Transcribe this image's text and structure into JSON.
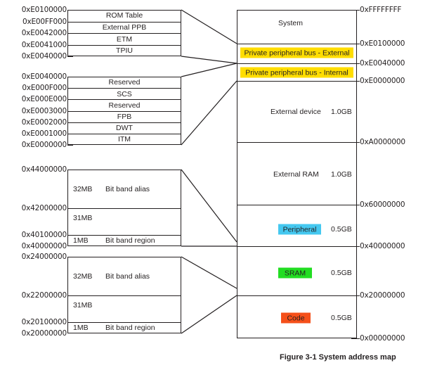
{
  "figure": {
    "caption": "Figure 3-1 System address map"
  },
  "colors": {
    "yellow_highlight": "#FFDD00",
    "peripheral_cyan": "#45C8F0",
    "sram_green": "#22DD22",
    "code_orange": "#F5501A",
    "line": "#231F20",
    "background": "#FFFFFF"
  },
  "ppb_external": {
    "title": "Private peripheral bus - External",
    "addresses": [
      "0xE0100000",
      "0xE00FF000",
      "0xE0042000",
      "0xE0041000",
      "0xE0040000"
    ],
    "regions": [
      {
        "label": "ROM Table"
      },
      {
        "label": "External PPB"
      },
      {
        "label": "ETM"
      },
      {
        "label": "TPIU"
      }
    ]
  },
  "ppb_internal": {
    "title": "Private peripheral bus - Internal",
    "addresses": [
      "0xE0040000",
      "0xE000F000",
      "0xE000E000",
      "0xE0003000",
      "0xE0002000",
      "0xE0001000",
      "0xE0000000"
    ],
    "regions": [
      {
        "label": "Reserved"
      },
      {
        "label": "SCS"
      },
      {
        "label": "Reserved"
      },
      {
        "label": "FPB"
      },
      {
        "label": "DWT"
      },
      {
        "label": "ITM"
      }
    ]
  },
  "peripheral_bitband": {
    "addresses": [
      "0x44000000",
      "0x42000000",
      "0x40100000",
      "0x40000000"
    ],
    "regions": [
      {
        "size": "32MB",
        "label": "Bit band alias"
      },
      {
        "size": "31MB",
        "label": ""
      },
      {
        "size": "1MB",
        "label": "Bit band region"
      }
    ]
  },
  "sram_bitband": {
    "addresses": [
      "0x24000000",
      "0x22000000",
      "0x20100000",
      "0x20000000"
    ],
    "regions": [
      {
        "size": "32MB",
        "label": "Bit band alias"
      },
      {
        "size": "31MB",
        "label": ""
      },
      {
        "size": "1MB",
        "label": "Bit band region"
      }
    ]
  },
  "memory_map": {
    "addresses": [
      "0xFFFFFFFF",
      "0xE0100000",
      "0xE0040000",
      "0xE0000000",
      "0xA0000000",
      "0x60000000",
      "0x40000000",
      "0x20000000",
      "0x00000000"
    ],
    "sections": [
      {
        "label": "System",
        "size": "",
        "style": "plain"
      },
      {
        "label": "Private peripheral bus - External",
        "size": "",
        "style": "yellow"
      },
      {
        "label": "Private peripheral bus - Internal",
        "size": "",
        "style": "yellow"
      },
      {
        "label": "External device",
        "size": "1.0GB",
        "style": "plain"
      },
      {
        "label": "External RAM",
        "size": "1.0GB",
        "style": "plain"
      },
      {
        "label": "Peripheral",
        "size": "0.5GB",
        "style": "cyan"
      },
      {
        "label": "SRAM",
        "size": "0.5GB",
        "style": "green"
      },
      {
        "label": "Code",
        "size": "0.5GB",
        "style": "orange"
      }
    ]
  }
}
